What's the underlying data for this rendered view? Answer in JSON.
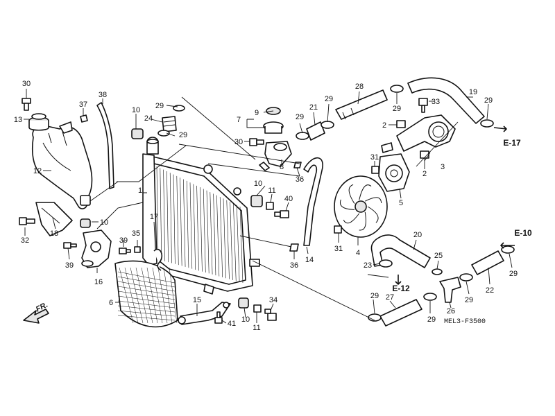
{
  "diagram_code": "MEL3-F3500",
  "front_indicator": "FR.",
  "callouts": {
    "c1": "1",
    "c2a": "2",
    "c2b": "2",
    "c3": "3",
    "c4": "4",
    "c5": "5",
    "c6": "6",
    "c7": "7",
    "c8": "8",
    "c9": "9",
    "c10a": "10",
    "c10b": "10",
    "c10c": "10",
    "c10d": "10",
    "c11a": "11",
    "c11b": "11",
    "c12": "12",
    "c13": "13",
    "c14": "14",
    "c15": "15",
    "c16": "16",
    "c17": "17",
    "c18": "18",
    "c19": "19",
    "c20": "20",
    "c21": "21",
    "c22": "22",
    "c23": "23",
    "c24": "24",
    "c25": "25",
    "c26": "26",
    "c27": "27",
    "c28": "28",
    "c29a": "29",
    "c29b": "29",
    "c29c": "29",
    "c29d": "29",
    "c29e": "29",
    "c29f": "29",
    "c29g": "29",
    "c29h": "29",
    "c29i": "29",
    "c30a": "30",
    "c30b": "30",
    "c31a": "31",
    "c31b": "31",
    "c32": "32",
    "c33": "33",
    "c34": "34",
    "c35": "35",
    "c36a": "36",
    "c36b": "36",
    "c37": "37",
    "c38": "38",
    "c39a": "39",
    "c39b": "39",
    "c40": "40",
    "c41": "41"
  },
  "references": {
    "e17": "E-17",
    "e10": "E-10",
    "e12": "E-12"
  }
}
